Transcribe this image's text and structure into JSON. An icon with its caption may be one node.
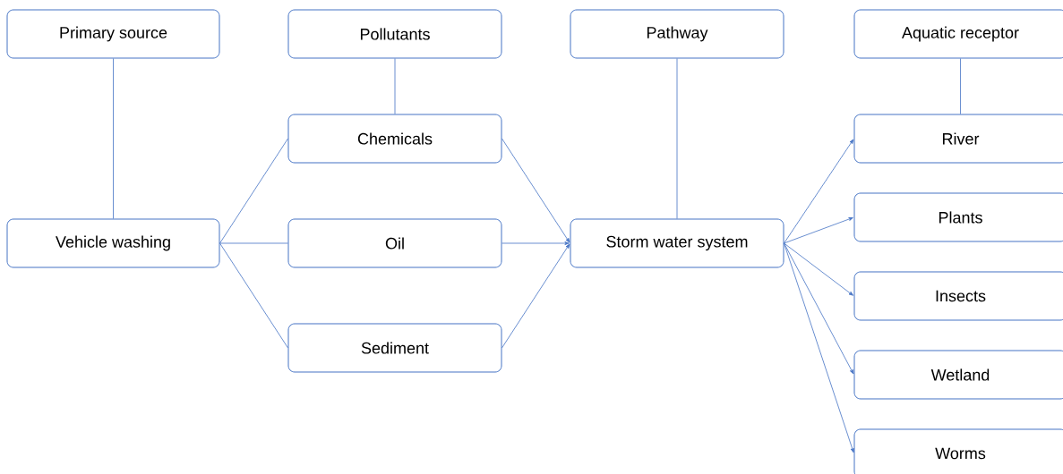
{
  "diagram": {
    "nodes": [
      {
        "text": [
          "Primary source"
        ]
      },
      {
        "text": [
          "Pollutants"
        ]
      },
      {
        "text": [
          "Pathway"
        ]
      },
      {
        "text": [
          "Aquatic receptor"
        ]
      },
      {
        "text": [
          "Chemicals"
        ]
      },
      {
        "text": [
          "Vehicle washing"
        ]
      },
      {
        "text": [
          "Oil"
        ]
      },
      {
        "text": [
          "Storm water system"
        ]
      },
      {
        "text": [
          "River"
        ]
      },
      {
        "text": [
          "Plants"
        ]
      },
      {
        "text": [
          "Insects"
        ]
      },
      {
        "text": [
          "Sediment"
        ]
      },
      {
        "text": [
          "Wetland"
        ]
      },
      {
        "text": [
          "Worms"
        ]
      }
    ],
    "edges": [
      {
        "from": 0,
        "to": 5,
        "arrow": "none"
      },
      {
        "from": 1,
        "to": 4,
        "arrow": "none"
      },
      {
        "from": 2,
        "to": 7,
        "arrow": "none"
      },
      {
        "from": 3,
        "to": 8,
        "arrow": "none"
      },
      {
        "from": 5,
        "to": 4,
        "arrow": "none"
      },
      {
        "from": 5,
        "to": 6,
        "arrow": "none"
      },
      {
        "from": 5,
        "to": 11,
        "arrow": "none"
      },
      {
        "from": 4,
        "to": 7,
        "arrow": "to"
      },
      {
        "from": 6,
        "to": 7,
        "arrow": "to"
      },
      {
        "from": 11,
        "to": 7,
        "arrow": "to"
      },
      {
        "from": 7,
        "to": 8,
        "arrow": "to"
      },
      {
        "from": 7,
        "to": 9,
        "arrow": "to"
      },
      {
        "from": 7,
        "to": 10,
        "arrow": "to"
      },
      {
        "from": 7,
        "to": 12,
        "arrow": "to"
      },
      {
        "from": 7,
        "to": 13,
        "arrow": "to"
      }
    ]
  }
}
